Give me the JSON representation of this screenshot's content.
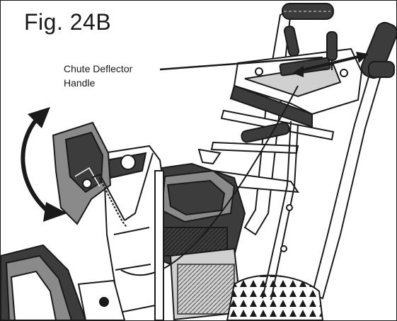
{
  "figure": {
    "label": "Fig. 24B",
    "callout": {
      "line1": "Chute Deflector",
      "line2": "Handle"
    }
  },
  "colors": {
    "ink": "#1a1a1a",
    "fill_light": "#ffffff",
    "fill_mid": "#d0d0d0",
    "fill_grey": "#8a8a8a",
    "fill_dark": "#3c3c3c"
  },
  "icons": [
    "double-arrow-icon",
    "double-arrow-curved-icon"
  ]
}
